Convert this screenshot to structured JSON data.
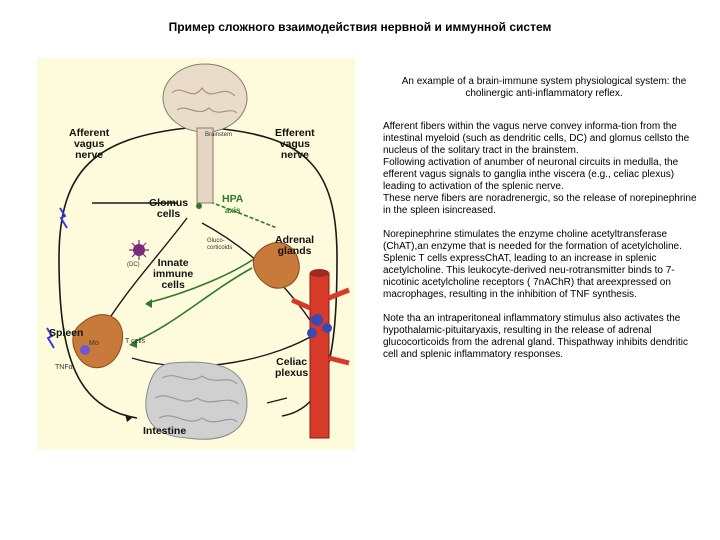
{
  "title": "Пример сложного взаимодействия нервной и иммунной систем",
  "figure": {
    "labels": {
      "afferent": [
        "Afferent",
        "vagus",
        "nerve"
      ],
      "efferent": [
        "Efferent",
        "vagus",
        "nerve"
      ],
      "brainstem": "Brainstem",
      "glomus": [
        "Glomus",
        "cells"
      ],
      "hpa": [
        "HPA",
        "axis"
      ],
      "glucocorticoids": [
        "Gluco-",
        "corticoids"
      ],
      "dc": "(DC)",
      "innate": [
        "Innate",
        "immune",
        "cells"
      ],
      "adrenal": [
        "Adrenal",
        "glands"
      ],
      "spleen": "Spleen",
      "mo": "Mo",
      "tcells": "T cells",
      "tnf": "TNFα",
      "celiac": [
        "Celiac",
        "plexus"
      ],
      "intestine": "Intestine"
    },
    "colors": {
      "background": "#fdfbdc",
      "nerve": "#1a1a1a",
      "hpa": "#2f7a2a",
      "artery": "#d83a2a",
      "organ": "#c87a3a",
      "intestine": "#c9c9c9"
    }
  },
  "description": {
    "heading": "An example of a brain-immune system physiological system: the cholinergic anti-inflammatory reflex.",
    "para1": [
      "Afferent fibers within the vagus nerve convey informa-tion from the intestinal myeloid (such as dendritic cells, DC) and glomus cellsto the nucleus of the solitary tract in the brainstem.",
      "Following activation of anumber of neuronal circuits in medulla, the efferent vagus signals to ganglia inthe viscera (e.g., celiac plexus) leading to activation of the splenic nerve.",
      "These nerve fibers are noradrenergic, so the release of norepinephrine in the spleen isincreased."
    ],
    "para2": [
      "Norepinephrine stimulates the enzyme choline acetyltransferase (ChAT),an enzyme that is needed for the formation of acetylcholine.",
      "Splenic T cells expressChAT, leading to an increase in splenic acetylcholine. This leukocyte-derived neu-rotransmitter binds to 7-nicotinic acetylcholine receptors ( 7nAChR) that areexpressed on macrophages, resulting in the inhibition of TNF synthesis."
    ],
    "para3": [
      "Note tha an intraperitoneal inflammatory stimulus also activates the hypothalamic-pituitaryaxis, resulting in the release of adrenal glucocorticoids from the adrenal gland. Thispathway inhibits dendritic cell and splenic inflammatory responses."
    ]
  }
}
